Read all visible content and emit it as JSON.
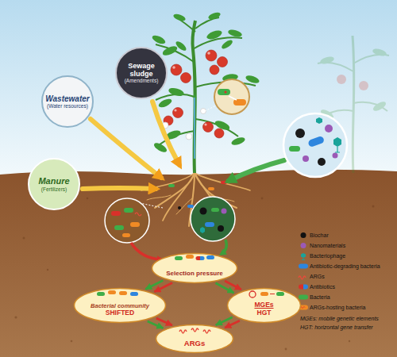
{
  "diagram": {
    "nodes": [
      {
        "text": [
          "Wastewater",
          "(Water resources)"
        ]
      },
      {
        "text": [
          "Sewage sludge",
          "(Amendments)"
        ]
      },
      {
        "text": [
          "Manure",
          "(Fertilizers)"
        ]
      },
      {
        "text": [
          "Selection pressure"
        ]
      },
      {
        "text": [
          "Bacterial community",
          "SHIFTED"
        ]
      },
      {
        "text": [
          "MGEs",
          "HGT"
        ]
      },
      {
        "text": [
          "ARGs"
        ]
      }
    ],
    "edges": [
      {
        "from": 3,
        "to": 4,
        "arrow": "to"
      },
      {
        "from": 3,
        "to": 4,
        "arrow": "to"
      },
      {
        "from": 3,
        "to": 5,
        "arrow": "to"
      },
      {
        "from": 3,
        "to": 5,
        "arrow": "to"
      },
      {
        "from": 4,
        "to": 6,
        "arrow": "to"
      },
      {
        "from": 4,
        "to": 6,
        "arrow": "to"
      },
      {
        "from": 5,
        "to": 6,
        "arrow": "to"
      },
      {
        "from": 5,
        "to": 6,
        "arrow": "to"
      }
    ],
    "labels": [
      "MGEs: mobile genetic elements",
      "HGT: horizontal gene transfer"
    ],
    "legend": [
      {
        "text": "Biochar"
      },
      {
        "text": "Nanomaterials"
      },
      {
        "text": "Bacteriophage"
      },
      {
        "text": "Antibiotic-degrading bacteria"
      },
      {
        "text": "ARGs"
      },
      {
        "text": "Antibiotics"
      },
      {
        "text": "Bacteria"
      },
      {
        "text": "ARGs-hosting bacteria"
      }
    ]
  }
}
